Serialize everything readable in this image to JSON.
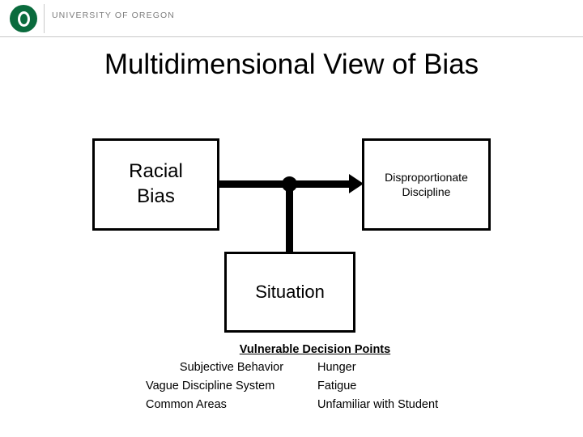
{
  "header": {
    "logo_icon": "university-of-oregon-o-logo",
    "wordmark": "UNIVERSITY OF OREGON"
  },
  "slide": {
    "title": "Multidimensional View of Bias"
  },
  "diagram": {
    "type": "flow",
    "nodes": [
      {
        "id": "racial-bias",
        "label": "Racial\nBias"
      },
      {
        "id": "disproportionate-discipline",
        "label": "Disproportionate\nDiscipline"
      },
      {
        "id": "situation",
        "label": "Situation"
      }
    ],
    "node_labels": {
      "racial_bias_line1": "Racial",
      "racial_bias_line2": "Bias",
      "disproportionate_line1": "Disproportionate",
      "disproportionate_line2": "Discipline",
      "situation": "Situation"
    },
    "connectors": [
      {
        "from": "racial-bias",
        "to": "disproportionate-discipline",
        "style": "arrow-right"
      },
      {
        "from": "junction",
        "to": "situation",
        "style": "line-down"
      }
    ]
  },
  "vulnerable_decision_points": {
    "heading": "Vulnerable Decision Points",
    "rows": [
      {
        "left": "Subjective Behavior",
        "right": "Hunger"
      },
      {
        "left": "Vague Discipline System",
        "right": "Fatigue"
      },
      {
        "left": "Common Areas",
        "right": "Unfamiliar with Student"
      }
    ]
  },
  "colors": {
    "logo_green": "#0a6b3d",
    "stroke": "#000000",
    "background": "#ffffff",
    "wordmark_gray": "#7d7d7d"
  }
}
